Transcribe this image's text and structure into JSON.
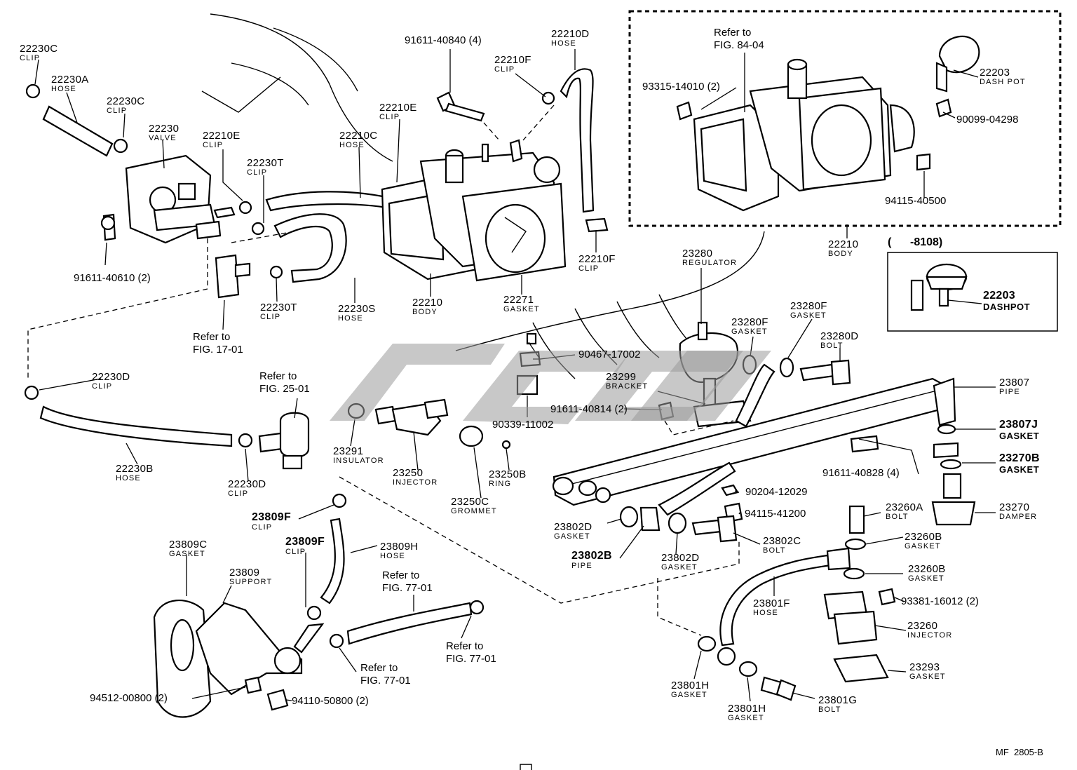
{
  "labels": [
    {
      "id": "22230C-top",
      "pn": "22230C",
      "name": "CLIP"
    },
    {
      "id": "22230A",
      "pn": "22230A",
      "name": "HOSE"
    },
    {
      "id": "22230C-mid",
      "pn": "22230C",
      "name": "CLIP"
    },
    {
      "id": "22230",
      "pn": "22230",
      "name": "VALVE"
    },
    {
      "id": "22210E-left",
      "pn": "22210E",
      "name": "CLIP"
    },
    {
      "id": "22230T-top",
      "pn": "22230T",
      "name": "CLIP"
    },
    {
      "id": "22210C",
      "pn": "22210C",
      "name": "HOSE"
    },
    {
      "id": "22210E-right",
      "pn": "22210E",
      "name": "CLIP"
    },
    {
      "id": "22210F-top",
      "pn": "22210F",
      "name": "CLIP"
    },
    {
      "id": "22210D",
      "pn": "22210D",
      "name": "HOSE"
    },
    {
      "id": "22230T-bot",
      "pn": "22230T",
      "name": "CLIP"
    },
    {
      "id": "22230S",
      "pn": "22230S",
      "name": "HOSE"
    },
    {
      "id": "22210-body",
      "pn": "22210",
      "name": "BODY"
    },
    {
      "id": "22271",
      "pn": "22271",
      "name": "GASKET"
    },
    {
      "id": "22210F-bot",
      "pn": "22210F",
      "name": "CLIP"
    },
    {
      "id": "22210-body-inset",
      "pn": "22210",
      "name": "BODY"
    },
    {
      "id": "22203-top",
      "pn": "22203",
      "name": "DASH POT"
    },
    {
      "id": "23280",
      "pn": "23280",
      "name": "REGULATOR"
    },
    {
      "id": "23280F-a",
      "pn": "23280F",
      "name": "GASKET"
    },
    {
      "id": "23280F-b",
      "pn": "23280F",
      "name": "GASKET"
    },
    {
      "id": "23280D",
      "pn": "23280D",
      "name": "BOLT"
    },
    {
      "id": "23299",
      "pn": "23299",
      "name": "BRACKET"
    },
    {
      "id": "23807",
      "pn": "23807",
      "name": "PIPE"
    },
    {
      "id": "22230D-top",
      "pn": "22230D",
      "name": "CLIP"
    },
    {
      "id": "22230B",
      "pn": "22230B",
      "name": "HOSE"
    },
    {
      "id": "22230D-bot",
      "pn": "22230D",
      "name": "CLIP"
    },
    {
      "id": "23291",
      "pn": "23291",
      "name": "INSULATOR"
    },
    {
      "id": "23250",
      "pn": "23250",
      "name": "INJECTOR"
    },
    {
      "id": "23250B",
      "pn": "23250B",
      "name": "RING"
    },
    {
      "id": "23250C",
      "pn": "23250C",
      "name": "GROMMET"
    },
    {
      "id": "23807J",
      "pn": "23807J",
      "name": "GASKET"
    },
    {
      "id": "23270B",
      "pn": "23270B",
      "name": "GASKET"
    },
    {
      "id": "23270",
      "pn": "23270",
      "name": "DAMPER"
    },
    {
      "id": "23260A",
      "pn": "23260A",
      "name": "BOLT"
    },
    {
      "id": "23260B-a",
      "pn": "23260B",
      "name": "GASKET"
    },
    {
      "id": "23260B-b",
      "pn": "23260B",
      "name": "GASKET"
    },
    {
      "id": "23260",
      "pn": "23260",
      "name": "INJECTOR"
    },
    {
      "id": "23293",
      "pn": "23293",
      "name": "GASKET"
    },
    {
      "id": "23802D-left",
      "pn": "23802D",
      "name": "GASKET"
    },
    {
      "id": "23802B",
      "pn": "23802B",
      "name": "PIPE"
    },
    {
      "id": "23802D-right",
      "pn": "23802D",
      "name": "GASKET"
    },
    {
      "id": "23802C",
      "pn": "23802C",
      "name": "BOLT"
    },
    {
      "id": "23801F",
      "pn": "23801F",
      "name": "HOSE"
    },
    {
      "id": "23801H-left",
      "pn": "23801H",
      "name": "GASKET"
    },
    {
      "id": "23801H-right",
      "pn": "23801H",
      "name": "GASKET"
    },
    {
      "id": "23801G",
      "pn": "23801G",
      "name": "BOLT"
    },
    {
      "id": "23809F-top",
      "pn": "23809F",
      "name": "CLIP"
    },
    {
      "id": "23809F-mid",
      "pn": "23809F",
      "name": "CLIP"
    },
    {
      "id": "23809H",
      "pn": "23809H",
      "name": "HOSE"
    },
    {
      "id": "23809C",
      "pn": "23809C",
      "name": "GASKET"
    },
    {
      "id": "23809",
      "pn": "23809",
      "name": "SUPPORT"
    },
    {
      "id": "22203-inset",
      "pn": "22203",
      "name": "DASHPOT"
    }
  ],
  "part_numbers": [
    {
      "id": "91611-40840",
      "text": "91611-40840 (4)"
    },
    {
      "id": "93315-14010",
      "text": "93315-14010 (2)"
    },
    {
      "id": "90099-04298",
      "text": "90099-04298"
    },
    {
      "id": "94115-40500",
      "text": "94115-40500"
    },
    {
      "id": "91611-40610",
      "text": "91611-40610 (2)"
    },
    {
      "id": "90467-17002",
      "text": "90467-17002"
    },
    {
      "id": "91611-40814",
      "text": "91611-40814 (2)"
    },
    {
      "id": "90339-11002",
      "text": "90339-11002"
    },
    {
      "id": "91611-40828",
      "text": "91611-40828 (4)"
    },
    {
      "id": "90204-12029",
      "text": "90204-12029"
    },
    {
      "id": "94115-41200",
      "text": "94115-41200"
    },
    {
      "id": "93381-16012",
      "text": "93381-16012 (2)"
    },
    {
      "id": "94512-00800",
      "text": "94512-00800 (2)"
    },
    {
      "id": "94110-50800",
      "text": "94110-50800 (2)"
    },
    {
      "id": "serial-range",
      "text": "(      -8108)"
    }
  ],
  "references": [
    {
      "id": "ref-84-04",
      "line1": "Refer to",
      "line2": "FIG. 84-04"
    },
    {
      "id": "ref-17-01",
      "line1": "Refer to",
      "line2": "FIG. 17-01"
    },
    {
      "id": "ref-25-01",
      "line1": "Refer to",
      "line2": "FIG. 25-01"
    },
    {
      "id": "ref-77-01-a",
      "line1": "Refer to",
      "line2": "FIG. 77-01"
    },
    {
      "id": "ref-77-01-b",
      "line1": "Refer to",
      "line2": "FIG. 77-01"
    },
    {
      "id": "ref-77-01-c",
      "line1": "Refer to",
      "line2": "FIG. 77-01"
    }
  ],
  "figure_code": "MF  2805-B",
  "watermark_text": "CJS4",
  "colors": {
    "ink": "#000000",
    "paper": "#ffffff",
    "watermark": "#9a9a9a"
  }
}
